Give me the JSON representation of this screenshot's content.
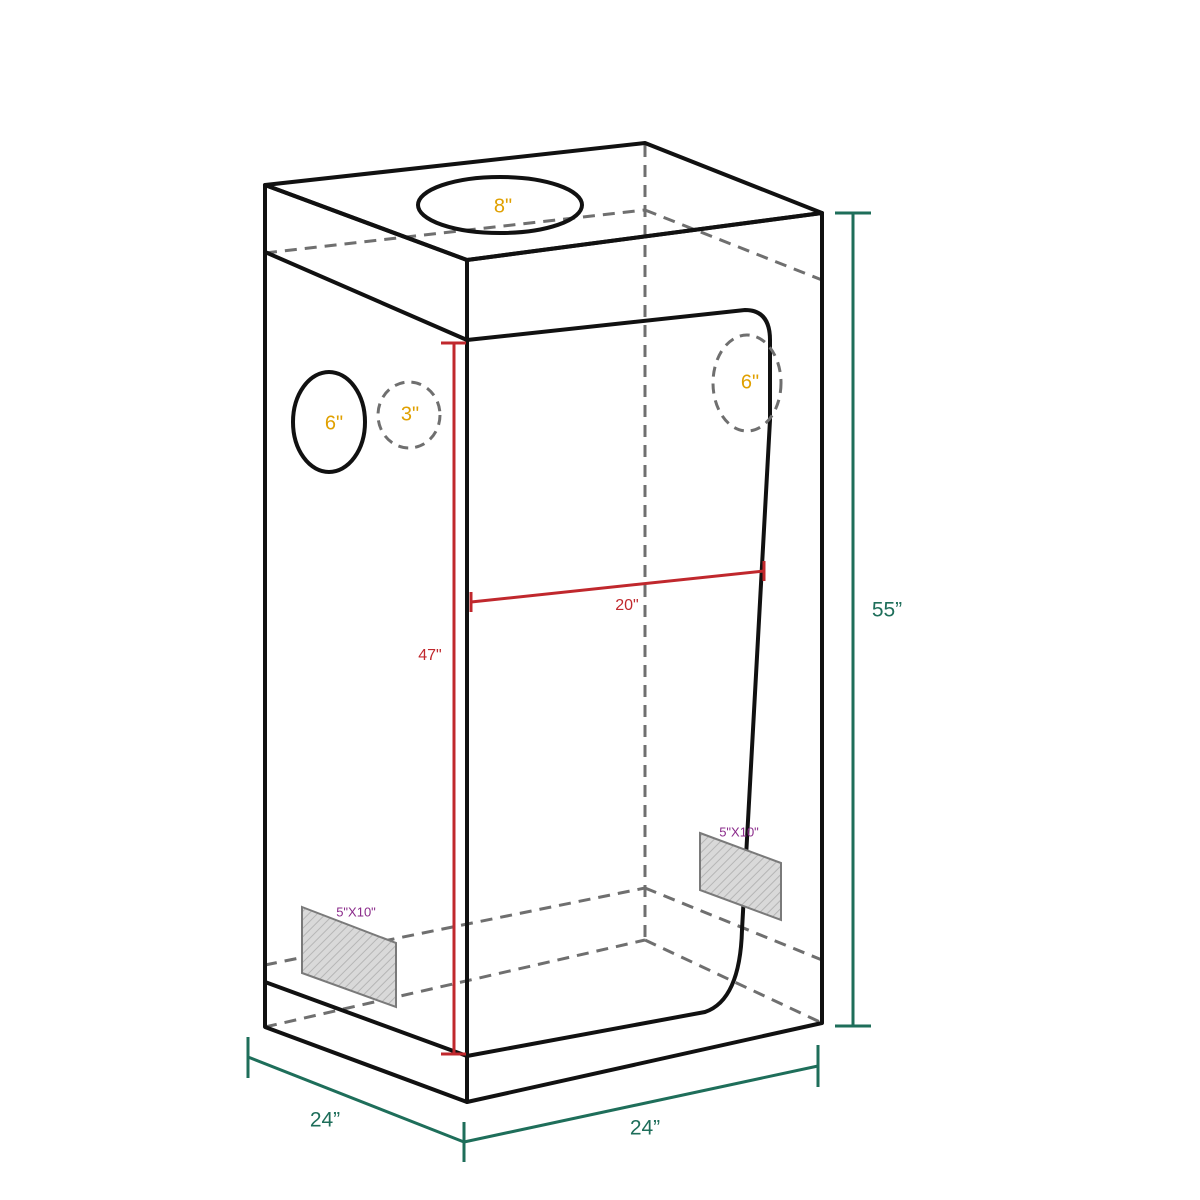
{
  "colors": {
    "outline": "#111111",
    "hidden_edge": "#6f6f6f",
    "port_label": "#e0a000",
    "vent_label": "#8a2a8a",
    "inner_dimension": "#c0282d",
    "outer_dimension": "#1e6e5a",
    "vent_fill": "#d9d9d9"
  },
  "ports": {
    "top": "8\"",
    "side_large": "6\"",
    "side_small": "3\"",
    "back": "6\""
  },
  "vents": {
    "left": "5\"X10\"",
    "back": "5\"X10\""
  },
  "dimensions": {
    "height": "55”",
    "depth": "24”",
    "width": "24”",
    "door_height": "47\"",
    "door_width": "20\""
  }
}
